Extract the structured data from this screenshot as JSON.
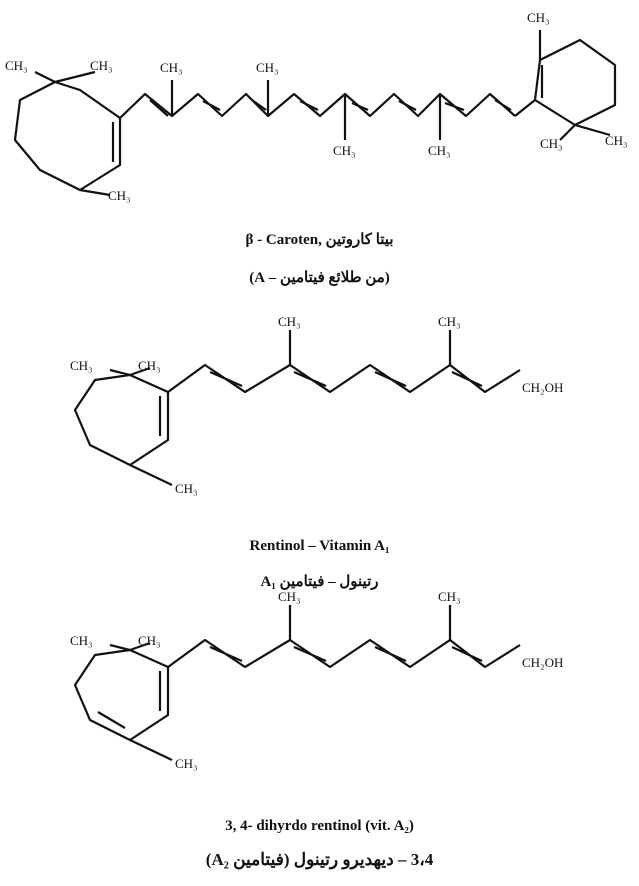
{
  "labels": {
    "ch3": "CH₃",
    "ch2oh": "CH₂OH"
  },
  "captions": {
    "beta_carotene_name": "β - Caroten, بيتا كاروتين",
    "beta_carotene_note": "(من طلائع فيتامين – A)",
    "retinol_name": "Rentinol – Vitamin A₁",
    "retinol_arabic": "رتينول – فيتامين A₁",
    "dehydroretinol_name": "3, 4- dihyrdo rentinol (vit. A₂)",
    "dehydroretinol_arabic": "3،4 – ديهديرو رتينول (فيتامين A₂)"
  }
}
